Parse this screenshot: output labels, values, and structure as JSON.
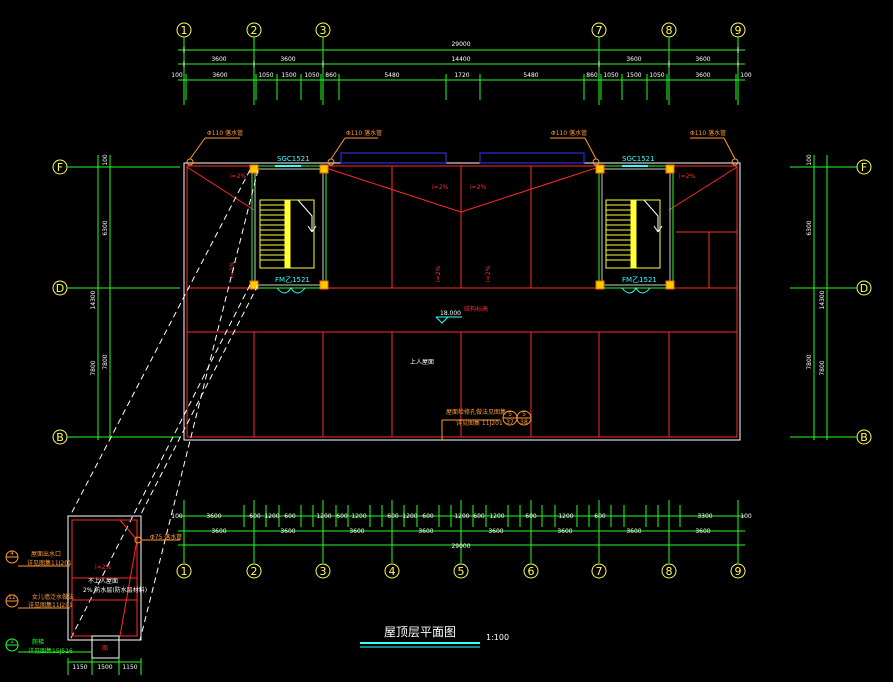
{
  "colors": {
    "grid": "#ffffff",
    "dim": "#22ff22",
    "wall": "#ff2a2a",
    "stair": "#ffff33",
    "cyan": "#33ffff",
    "blue": "#3333ff",
    "orange": "#ff9933",
    "axis": "#ffff55"
  },
  "axes_top": [
    "1",
    "2",
    "3",
    "7",
    "8",
    "9"
  ],
  "axes_bottom": [
    "1",
    "2",
    "3",
    "4",
    "5",
    "6",
    "7",
    "8",
    "9"
  ],
  "axes_side": [
    "F",
    "D",
    "B"
  ],
  "top_dims": {
    "row1": [
      "3600",
      "3600",
      "14400",
      "3600",
      "3600"
    ],
    "total": "29000",
    "row2": [
      "100",
      "3600",
      "1050",
      "1500",
      "1050",
      "860",
      "5480",
      "1720",
      "5480",
      "860",
      "1050",
      "1500",
      "1050",
      "3600",
      "100"
    ]
  },
  "bottom_dims": {
    "row1": [
      "100",
      "3600",
      "600",
      "1200",
      "600",
      "1200",
      "600",
      "1200",
      "600",
      "1200",
      "600",
      "1200",
      "600",
      "1200",
      "600",
      "1200",
      "600",
      "3300",
      "100"
    ],
    "row2": [
      "3600",
      "3600",
      "3600",
      "3600",
      "3600",
      "3600",
      "3600",
      "3600"
    ],
    "total": "29000"
  },
  "left_dims": {
    "top": "100",
    "upper": "6300",
    "total": "14300",
    "lower": "7800",
    "lower2": "7800"
  },
  "right_dims": {
    "top": "100",
    "upper": "6300",
    "total": "14300",
    "lower": "7800",
    "lower2": "7800"
  },
  "labels": {
    "drain_left": "Φ110 落水管",
    "drain_left2": "Φ110 落水管",
    "drain_right": "Φ110 落水管",
    "drain_right2": "Φ110 落水管",
    "sg_left": "SGC1521",
    "sg_right": "SGC1521",
    "fm_left": "FM乙1521",
    "fm_right": "FM乙1521",
    "slope_a": "i=2%",
    "slope_b": "i=2%",
    "slope_c": "i=2%",
    "slope_d": "i=2%",
    "slope_e": "i=2%",
    "slope_f": "i=2%",
    "slope_g": "i=2%",
    "elevation": "18.000",
    "elevation_note": "结构标高",
    "roof_label": "上人屋面",
    "note_line1": "屋面检修孔做法见图集",
    "note_line2": "详见图集 11J201",
    "callout_a": "5",
    "callout_b": "37",
    "callout_c": "5",
    "callout_d": "38"
  },
  "detail": {
    "pipe": "Φ75 落水管",
    "slope": "i=2%",
    "roof": "不上人屋面",
    "waterproof": "2% 防水层(防水层材料)",
    "ref1_num": "4",
    "ref1_text1": "屋面出水口",
    "ref1_text2": "详见图集11J201",
    "ref2_num": "12",
    "ref2_text1": "女儿墙泛水做法",
    "ref2_text2": "详见图集11J201",
    "ref3_num": "1",
    "ref3_text1": "爬梯",
    "ref3_text2": "详见图集15J516",
    "hatch_label": "图",
    "dims": [
      "1150",
      "1500",
      "1150"
    ]
  },
  "title": "屋顶层平面图",
  "scale": "1:100"
}
